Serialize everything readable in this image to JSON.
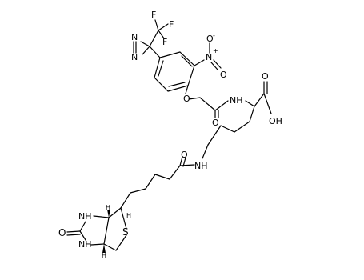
{
  "molecule": {
    "atoms": {
      "F1": "F",
      "F2": "F",
      "F3": "F",
      "N_diazirine_1": "N",
      "N_diazirine_2": "N",
      "N_nitro": "N",
      "N_nitro_charge": "+",
      "O_nitro_1": "O",
      "O_nitro_2": "O",
      "O_nitro_charge": "-",
      "O_ether": "O",
      "NH_amide": "NH",
      "O_amide_1": "O",
      "O_acid": "O",
      "OH_acid": "OH",
      "NH_amide_2": "NH",
      "O_amide_2": "O",
      "NH_ring_1": "NH",
      "NH_ring_2": "NH",
      "O_urea": "O",
      "S_ring": "S",
      "H_stereo_1": "H",
      "H_stereo_2": "H",
      "H_stereo_3": "H"
    }
  }
}
